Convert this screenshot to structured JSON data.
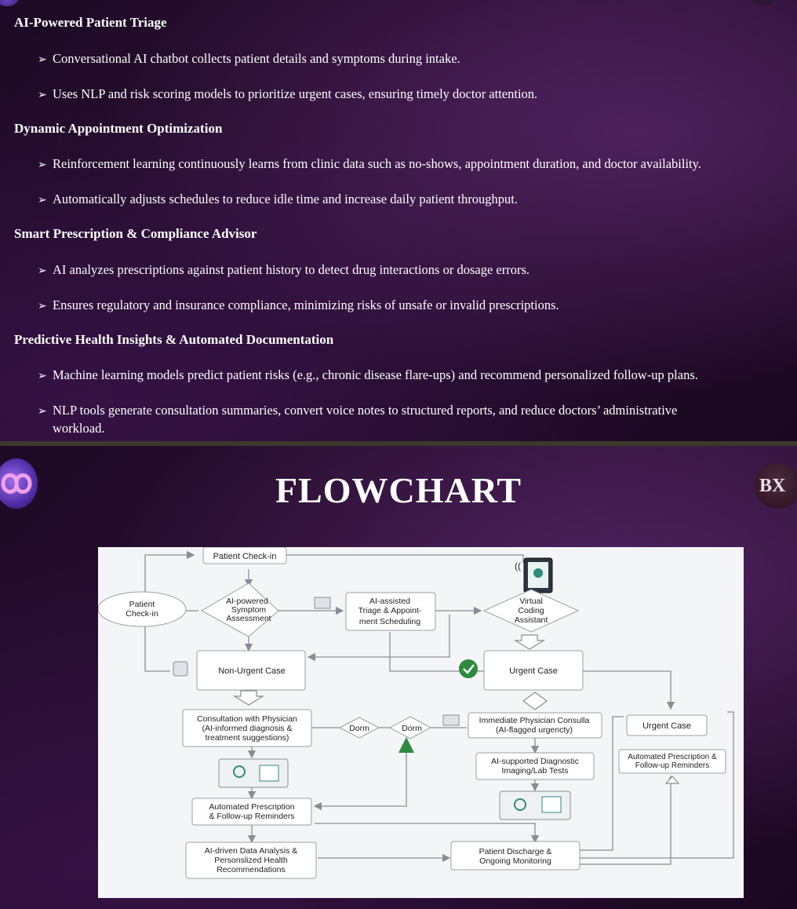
{
  "sections": [
    {
      "heading": "AI-Powered Patient Triage",
      "bullets": [
        "Conversational AI chatbot collects patient details and symptoms during intake.",
        "Uses NLP and risk scoring models to prioritize urgent cases, ensuring timely doctor attention."
      ]
    },
    {
      "heading": "Dynamic Appointment Optimization",
      "bullets": [
        "Reinforcement learning continuously learns from clinic data such as no-shows, appointment duration, and doctor availability.",
        "Automatically adjusts schedules to reduce idle time and increase daily patient throughput."
      ]
    },
    {
      "heading": "Smart Prescription & Compliance Advisor",
      "bullets": [
        "AI analyzes prescriptions against patient history to detect drug interactions or dosage errors.",
        "Ensures regulatory and insurance compliance, minimizing risks of unsafe or invalid prescriptions."
      ]
    },
    {
      "heading": "Predictive Health Insights & Automated Documentation",
      "bullets": [
        "Machine learning models predict patient risks (e.g., chronic disease flare-ups) and recommend personalized follow-up plans.",
        "NLP tools generate consultation summaries, convert voice notes to structured reports, and reduce doctors’ administrative",
        "workload."
      ]
    }
  ],
  "bullet_glyph": "➢",
  "flowchart": {
    "title": "FLOWCHART",
    "logo_right_text": "BX",
    "nodes": {
      "top_checkin": "Patient Check-in",
      "left_checkin_1": "Patient",
      "left_checkin_2": "Check-in",
      "symptom_1": "AI-powered",
      "symptom_2": "Symptom",
      "symptom_3": "Assessment",
      "triage_1": "AI-assisted",
      "triage_2": "Triage & Appoint-",
      "triage_3": "ment Scheduling",
      "virtual_1": "Virtual",
      "virtual_2": "Coding",
      "virtual_3": "Assistant",
      "non_urgent": "Non-Urgent Case",
      "urgent": "Urgent Case",
      "consult_1": "Consultation with Physician",
      "consult_2": "(AI-informed diagnosis &",
      "consult_3": "treatment suggestions)",
      "dorm_a": "Dorm",
      "dorm_b": "Dorm",
      "immediate_1": "Immediate Physician Consulla",
      "immediate_2": "(AI-flagged urgencty)",
      "urgent_right": "Urgent Case",
      "auto_rx_right_1": "Automated Prescription &",
      "auto_rx_right_2": "Follow-up Reminders",
      "diag_1": "AI-supported Diagnostic",
      "diag_2": "Imaging/Lab Tests",
      "auto_rx_1": "Automated Prescription",
      "auto_rx_2": "& Follow-up Reminders",
      "analysis_1": "AI-driven Data Analysis &",
      "analysis_2": "Personslized Health",
      "analysis_3": "Recommendations",
      "discharge_1": "Patient Discharge &",
      "discharge_2": "Ongoing Monitoring"
    }
  }
}
